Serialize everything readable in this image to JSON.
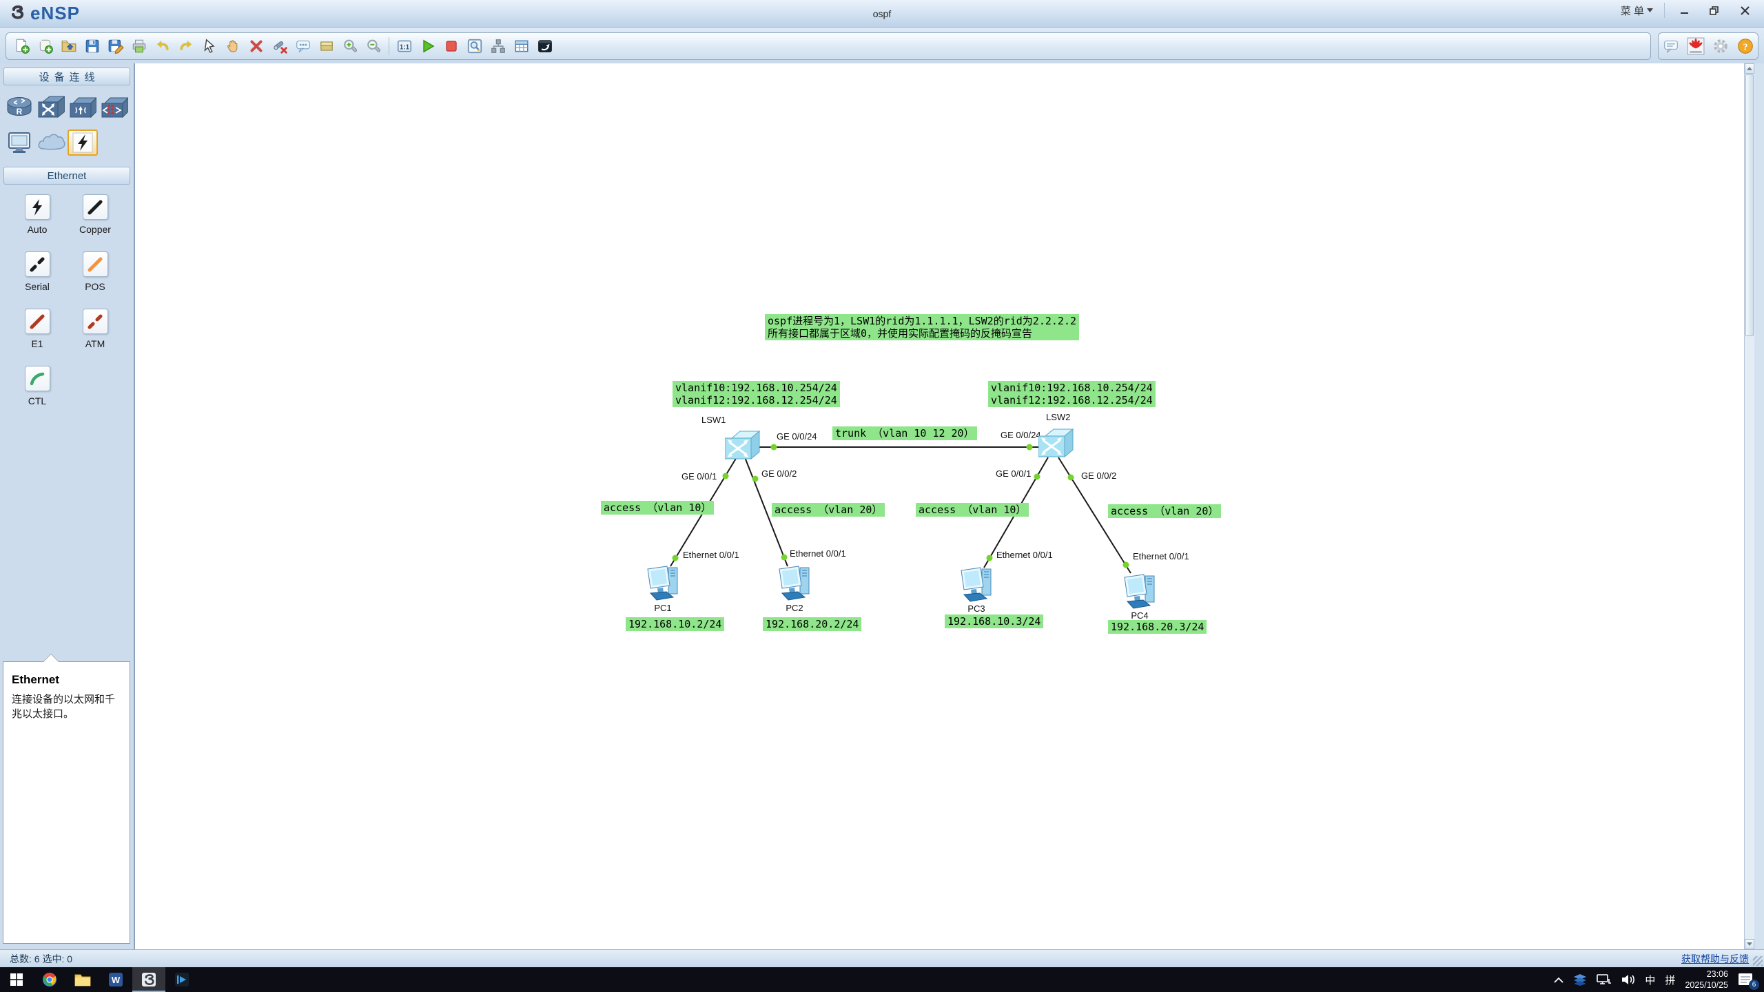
{
  "window": {
    "logo_text": "eNSP",
    "title": "ospf",
    "menu": "菜 单",
    "controls": [
      "minimize",
      "restore",
      "close"
    ]
  },
  "toolbar": {
    "left": [
      "new-topology",
      "new-text",
      "open",
      "save",
      "save-as",
      "print",
      "undo",
      "redo",
      "select",
      "pan",
      "delete",
      "delete-link",
      "add-note",
      "add-shape",
      "zoom-in",
      "zoom-out",
      "actual-size",
      "start-devices",
      "stop-devices",
      "data-capture",
      "topology-overview",
      "device-interface-list",
      "cli-console"
    ],
    "right": [
      "feedback",
      "huawei",
      "options",
      "help"
    ]
  },
  "sidebar": {
    "sections": [
      "设备连线",
      "Ethernet"
    ],
    "devices": [
      "router",
      "switch",
      "wlan-device",
      "firewall",
      "terminal",
      "cloud",
      "auto-connection"
    ],
    "link_types": [
      {
        "id": "auto",
        "label": "Auto"
      },
      {
        "id": "copper",
        "label": "Copper"
      },
      {
        "id": "serial",
        "label": "Serial"
      },
      {
        "id": "pos",
        "label": "POS"
      },
      {
        "id": "e1",
        "label": "E1"
      },
      {
        "id": "atm",
        "label": "ATM"
      },
      {
        "id": "ctl",
        "label": "CTL"
      }
    ],
    "info": {
      "title": "Ethernet",
      "description": "连接设备的以太网和千兆以太接口。"
    }
  },
  "canvas": {
    "annotation": [
      "ospf进程号为1，LSW1的rid为1.1.1.1，LSW2的rid为2.2.2.2",
      "所有接口都属于区域0，并使用实际配置掩码的反掩码宣告"
    ],
    "trunk_label": "trunk （vlan 10 12 20）",
    "lsw1": {
      "name": "LSW1",
      "vlanif": [
        "vlanif10:192.168.10.254/24",
        "vlanif12:192.168.12.254/24"
      ]
    },
    "lsw2": {
      "name": "LSW2",
      "vlanif": [
        "vlanif10:192.168.10.254/24",
        "vlanif12:192.168.12.254/24"
      ]
    },
    "ports": {
      "lsw1_trunk": "GE 0/0/24",
      "lsw2_trunk": "GE 0/0/24",
      "lsw1_pc1": "GE 0/0/1",
      "lsw1_pc2": "GE 0/0/2",
      "lsw2_pc3": "GE 0/0/1",
      "lsw2_pc4": "GE 0/0/2"
    },
    "pc_port": "Ethernet 0/0/1",
    "access": [
      "access （vlan 10）",
      "access （vlan 20）",
      "access （vlan 10）",
      "access （vlan 20）"
    ],
    "pcs": [
      {
        "name": "PC1",
        "ip": "192.168.10.2/24"
      },
      {
        "name": "PC2",
        "ip": "192.168.20.2/24"
      },
      {
        "name": "PC3",
        "ip": "192.168.10.3/24"
      },
      {
        "name": "PC4",
        "ip": "192.168.20.3/24"
      }
    ]
  },
  "statusbar": {
    "summary": "总数:  6  选中:  0",
    "help_link": "获取帮助与反馈"
  },
  "taskbar": {
    "apps": [
      "start",
      "browser",
      "file-explorer",
      "word",
      "ensp",
      "video-player"
    ],
    "tray": {
      "ime_lang": "中",
      "ime_mode": "拼",
      "time": "23:06",
      "date": "2025/10/25",
      "notification_count": "6"
    }
  }
}
